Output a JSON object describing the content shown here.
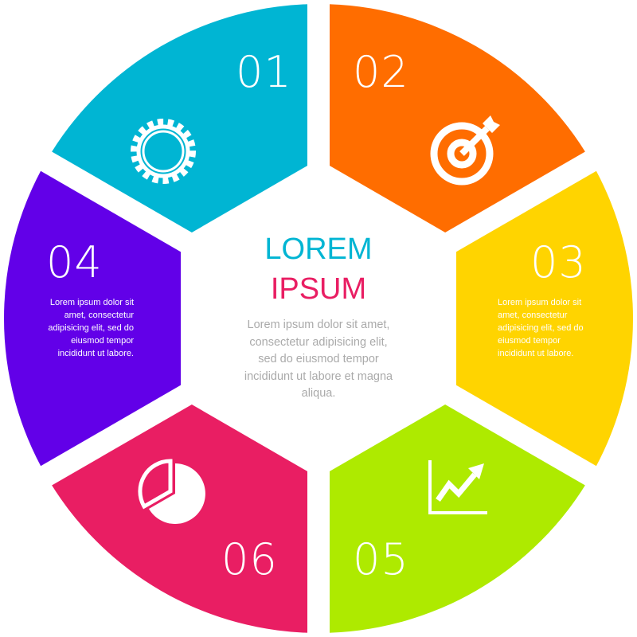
{
  "center": {
    "title_line1": "LOREM",
    "title_line2": "IPSUM",
    "body": "Lorem ipsum dolor sit amet, consectetur adipisicing elit, sed do eiusmod tempor incididunt ut labore et magna aliqua."
  },
  "segments": [
    {
      "number": "01",
      "color": "#00B5D3",
      "icon": "gear-icon"
    },
    {
      "number": "02",
      "color": "#FF6D00",
      "icon": "target-icon"
    },
    {
      "number": "03",
      "color": "#FFD400",
      "text": "Lorem ipsum dolor sit amet, consectetur adipisicing elit, sed do eiusmod tempor incididunt ut labore."
    },
    {
      "number": "04",
      "color": "#6200E8",
      "text": "Lorem ipsum dolor sit amet, consectetur adipisicing elit, sed do eiusmod tempor incididunt ut labore."
    },
    {
      "number": "05",
      "color": "#AEEA00",
      "icon": "growth-chart-icon"
    },
    {
      "number": "06",
      "color": "#E91E63",
      "icon": "pie-chart-icon"
    }
  ]
}
